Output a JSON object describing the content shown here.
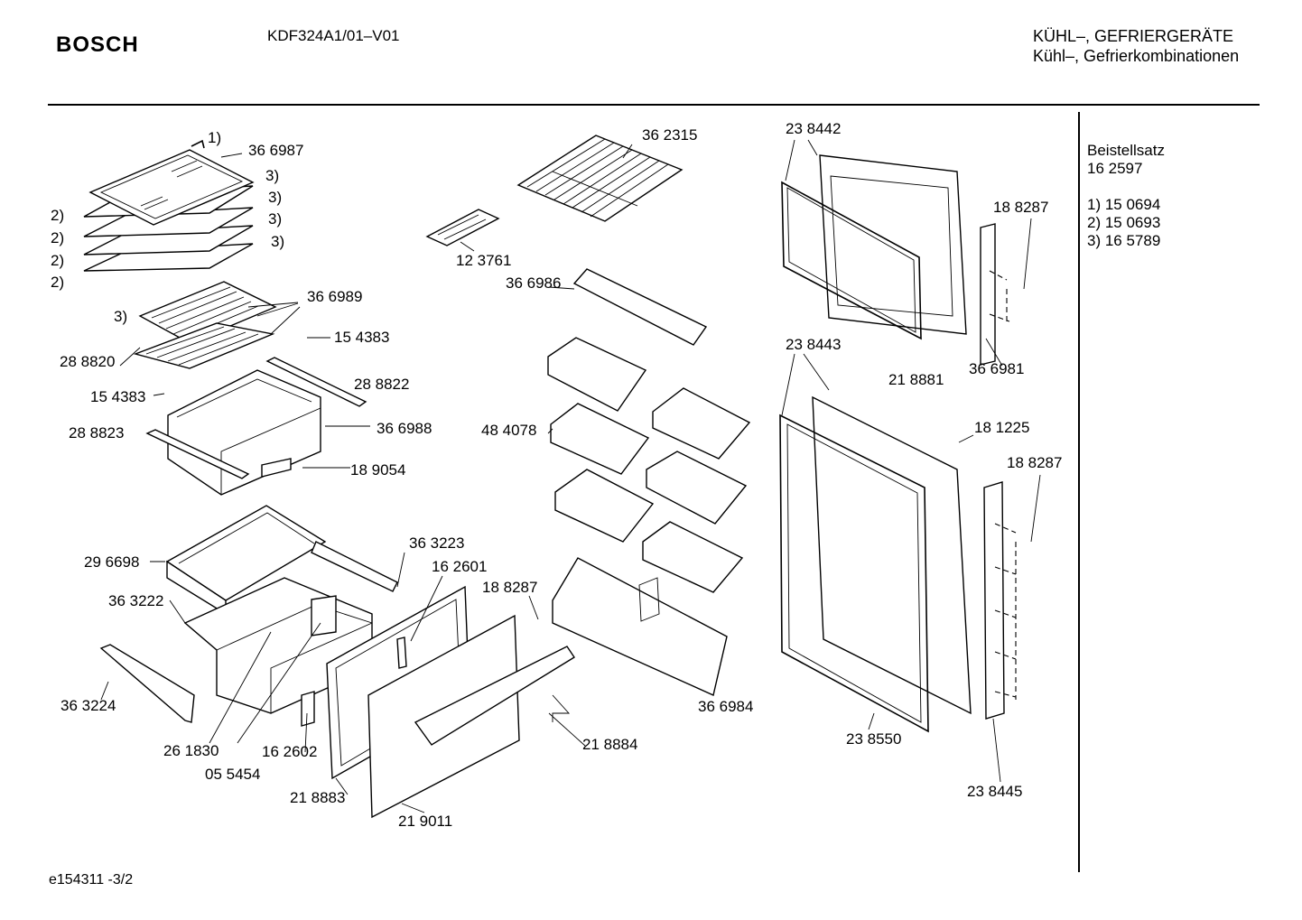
{
  "header": {
    "brand": "BOSCH",
    "model": "KDF324A1/01–V01",
    "category_line1": "KÜHL–, GEFRIERGERÄTE",
    "category_line2": "Kühl–, Gefrierkombinationen"
  },
  "side_panel": {
    "title": "Beistellsatz",
    "code": "16 2597",
    "items": [
      "1)  15 0694",
      "2)  15 0693",
      "3)  16 5789"
    ]
  },
  "footer": {
    "doc_id": "e154311 -3/2"
  },
  "labels": {
    "n1": "1)",
    "p366987": "36 6987",
    "n3a": "3)",
    "n3b": "3)",
    "n3c": "3)",
    "n3d": "3)",
    "n3e": "3)",
    "n2a": "2)",
    "n2b": "2)",
    "n2c": "2)",
    "n2d": "2)",
    "p366989": "36 6989",
    "p154383a": "15 4383",
    "p288820": "28 8820",
    "p154383b": "15 4383",
    "p288822": "28 8822",
    "p288823": "28 8823",
    "p366988": "36 6988",
    "p189054": "18 9054",
    "p362315": "36 2315",
    "p123761": "12 3761",
    "p366986": "36 6986",
    "p484078": "48 4078",
    "p366984": "36 6984",
    "p238442": "23 8442",
    "p188287a": "18 8287",
    "p218881": "21 8881",
    "p366981": "36 6981",
    "p238443": "23 8443",
    "p181225": "18 1225",
    "p188287b": "18 8287",
    "p238550": "23 8550",
    "p238445": "23 8445",
    "p296698": "29 6698",
    "p363223": "36 3223",
    "p162601": "16 2601",
    "p188287c": "18 8287",
    "p363222": "36 3222",
    "p363224": "36 3224",
    "p261830": "26 1830",
    "p055454": "05 5454",
    "p162602": "16 2602",
    "p218883": "21 8883",
    "p219011": "21 9011",
    "p218884": "21 8884"
  }
}
